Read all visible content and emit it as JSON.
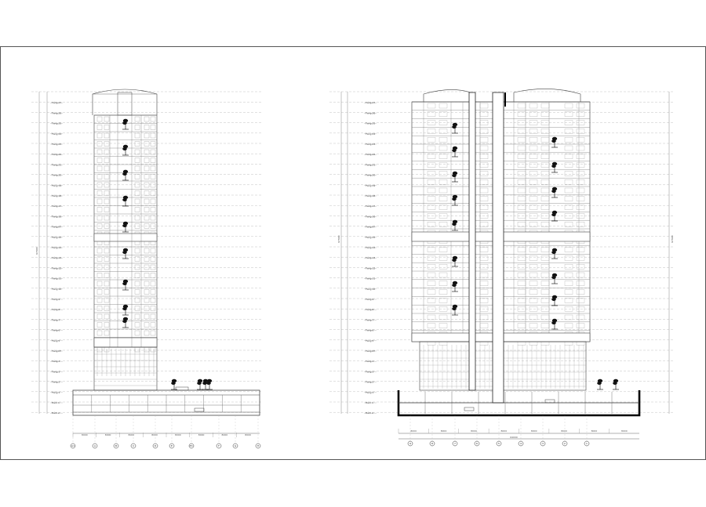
{
  "drawing": {
    "left_elevation": {
      "floor_labels": [
        "Tầng 27",
        "Tầng 26",
        "Tầng 25",
        "Tầng 24",
        "Tầng 23",
        "Tầng 22",
        "Tầng 21",
        "Tầng 20",
        "Tầng 19",
        "Tầng 18",
        "Tầng 17",
        "Tầng 16",
        "Tầng KT",
        "Tầng 15",
        "Tầng 14",
        "Tầng 13",
        "Tầng 12",
        "Tầng 11",
        "Tầng 10",
        "Tầng 9",
        "Tầng 8",
        "Tầng 7",
        "Tầng 6",
        "Tầng 5",
        "Tầng KT",
        "Tầng 4",
        "Tầng 3",
        "Tầng 2",
        "Tầng 1",
        "Hầm 1",
        "Hầm 2"
      ],
      "total_height_label": "97800",
      "bay_dims": [
        "8000",
        "8000",
        "8000",
        "8000",
        "8000",
        "8000",
        "8000",
        "8000"
      ],
      "axis_labels": [
        "A1",
        "A",
        "B",
        "C",
        "D",
        "E",
        "E1",
        "F",
        "G",
        "H"
      ]
    },
    "right_elevation": {
      "floor_labels": [
        "Tầng 27",
        "Tầng 26",
        "Tầng 25",
        "Tầng 24",
        "Tầng 23",
        "Tầng 22",
        "Tầng 21",
        "Tầng 20",
        "Tầng 19",
        "Tầng 18",
        "Tầng 17",
        "Tầng 16",
        "Tầng KT",
        "Tầng 15",
        "Tầng 14",
        "Tầng 13",
        "Tầng 12",
        "Tầng 11",
        "Tầng 10",
        "Tầng 9",
        "Tầng 8",
        "Tầng 7",
        "Tầng 6",
        "Tầng 5",
        "Tầng KT",
        "Tầng 4",
        "Tầng 3",
        "Tầng 2",
        "Tầng 1",
        "Hầm 1",
        "Hầm 2"
      ],
      "total_height_label": "97800",
      "overall_width_label": "64000",
      "bay_dims": [
        "8000",
        "8000",
        "8000",
        "8000",
        "8000",
        "8000",
        "8000",
        "8000"
      ],
      "axis_labels": [
        "9",
        "8",
        "7",
        "6",
        "5",
        "4",
        "3",
        "2",
        "1"
      ]
    }
  }
}
